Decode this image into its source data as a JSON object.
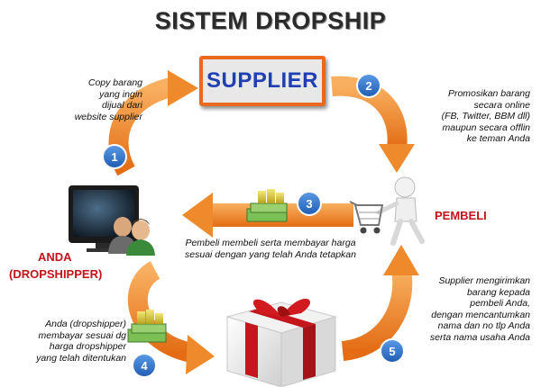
{
  "title": "SISTEM DROPSHIP",
  "supplier": "SUPPLIER",
  "roles": {
    "buyer": "PEMBELI",
    "you": "ANDA",
    "you_sub": "(DROPSHIPPER)"
  },
  "steps": [
    {
      "number": "1",
      "lines": [
        "Copy barang",
        "yang ingin",
        "dijual dari",
        "website supplier"
      ]
    },
    {
      "number": "2",
      "lines": [
        "Promosikan barang",
        "secara online",
        "(FB, Twitter, BBM dll)",
        "maupun secara offlin",
        "ke teman Anda"
      ]
    },
    {
      "number": "3",
      "lines": [
        "Pembeli membeli serta membayar harga",
        "sesuai dengan yang telah Anda tetapkan"
      ]
    },
    {
      "number": "4",
      "lines": [
        "Anda (dropshipper)",
        "membayar sesuai dg",
        "harga dropshipper",
        "yang telah ditentukan"
      ]
    },
    {
      "number": "5",
      "lines": [
        "Supplier mengirimkan",
        "barang kepada",
        "pembeli Anda,",
        "dengan mencantumkan",
        "nama dan no tlp Anda",
        "serta nama usaha Anda"
      ]
    }
  ],
  "colors": {
    "arrow": "#ef8a2c",
    "badge": "#2f6fc7",
    "role_text": "#c0141a",
    "supplier_text": "#1f3fb3",
    "supplier_border": "#e96a1e"
  },
  "icons": [
    "computer-users-icon",
    "shopping-cart-person-icon",
    "money-stack-icon",
    "gift-box-icon"
  ]
}
